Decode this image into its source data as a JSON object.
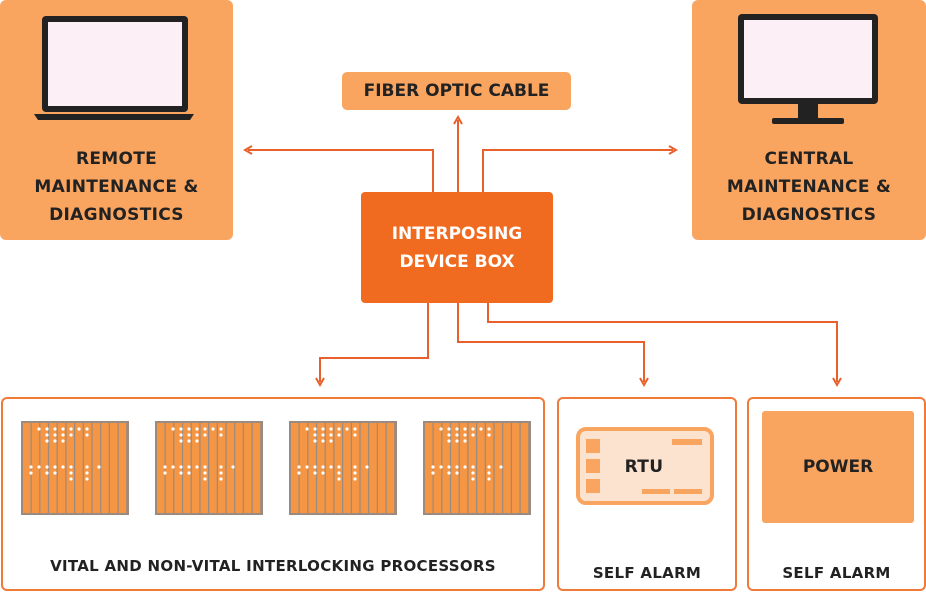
{
  "fiber": {
    "label": "FIBER OPTIC CABLE"
  },
  "remote": {
    "line1": "REMOTE",
    "line2": "MAINTENANCE &",
    "line3": "DIAGNOSTICS"
  },
  "central": {
    "line1": "CENTRAL",
    "line2": "MAINTENANCE &",
    "line3": "DIAGNOSTICS"
  },
  "interposing": {
    "line1": "INTERPOSING",
    "line2": "DEVICE BOX"
  },
  "processors": {
    "label": "VITAL AND NON-VITAL INTERLOCKING PROCESSORS"
  },
  "rtu": {
    "label": "RTU",
    "alarm": "SELF ALARM"
  },
  "power": {
    "label": "POWER",
    "alarm": "SELF ALARM"
  },
  "icons": {
    "laptop": "laptop-icon",
    "monitor": "monitor-icon",
    "rack": "processor-rack-icon"
  },
  "colors": {
    "light_orange": "#F9A560",
    "dark_orange": "#F06A1F",
    "arrow": "#E8602C",
    "text": "#222222"
  }
}
